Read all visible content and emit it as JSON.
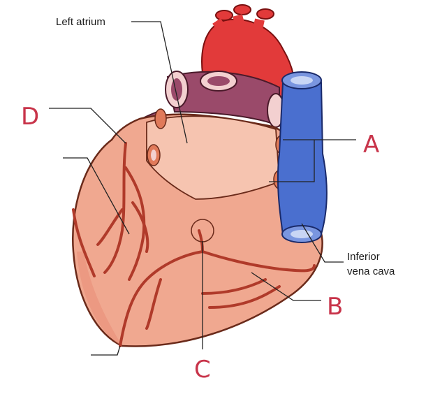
{
  "diagram": {
    "labels": {
      "left_atrium": "Left atrium",
      "inferior_vena_cava_line1": "Inferior",
      "inferior_vena_cava_line2": "vena cava",
      "a": "A",
      "b": "B",
      "c": "C",
      "d": "D"
    },
    "colors": {
      "heart_fill": "#f0a890",
      "heart_shadow": "#e98f7a",
      "atrium_fill": "#f6c4b0",
      "aorta": "#e23a3a",
      "pulmonary": "#9a4a6a",
      "vena_cava": "#4a6fcf",
      "vessel": "#b03a2a",
      "annotation_hand": "#c8344a"
    }
  }
}
